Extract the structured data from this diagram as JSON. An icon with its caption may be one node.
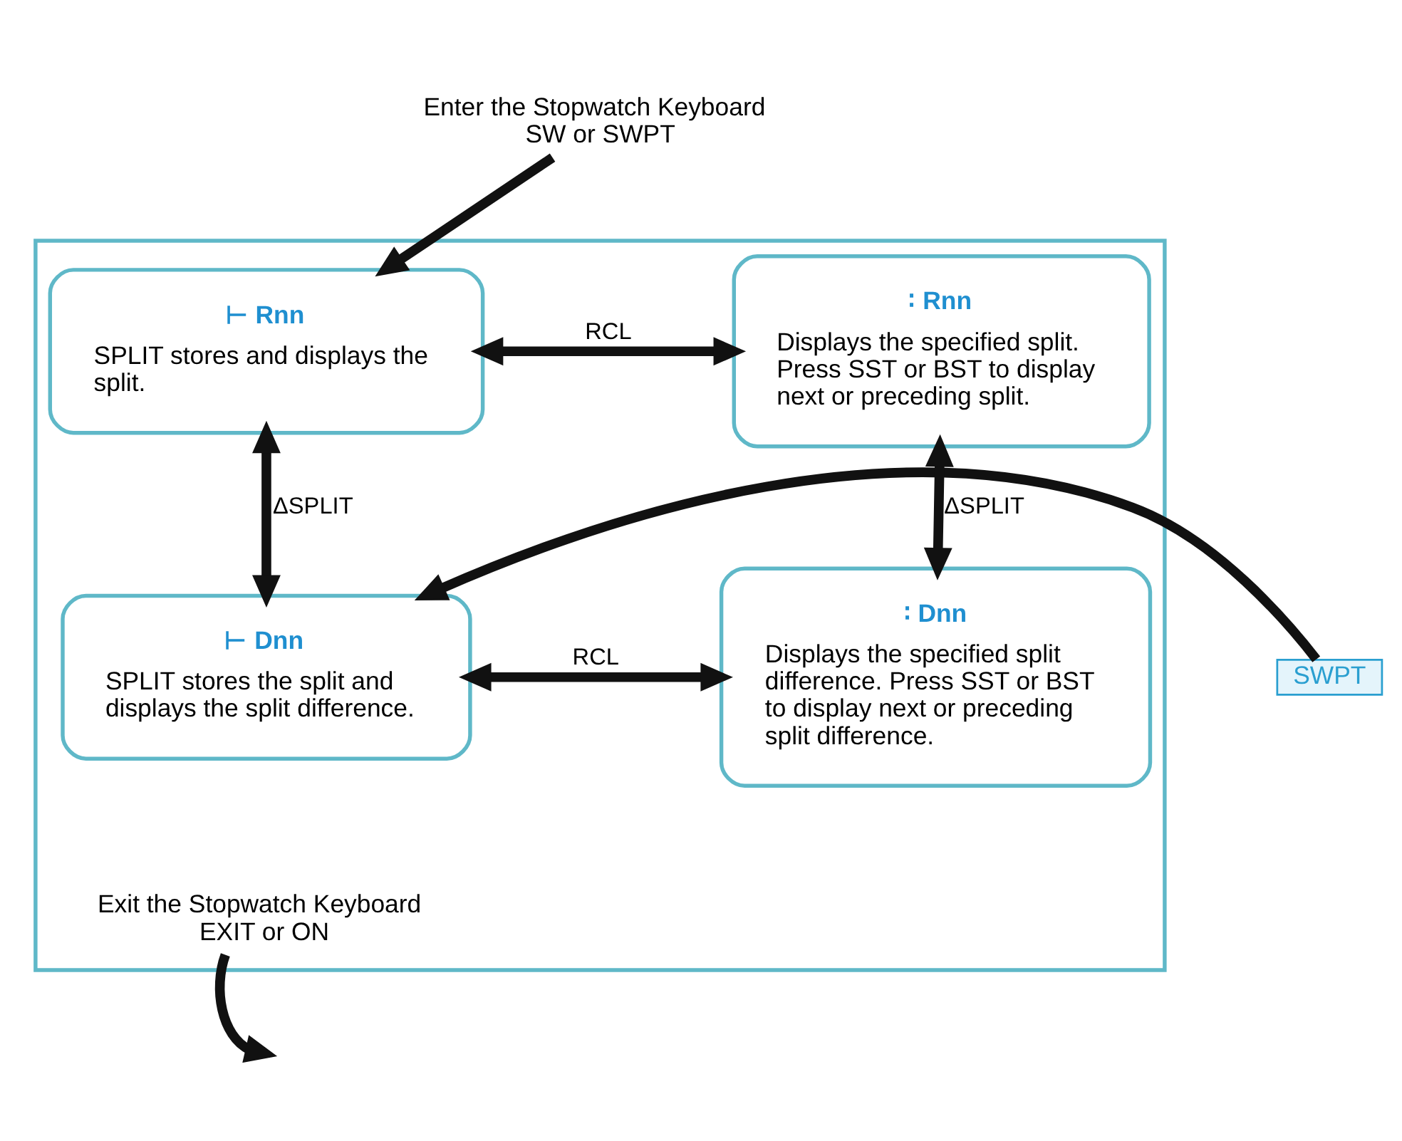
{
  "diagram": {
    "nodes": [
      {
        "text": [
          "Enter the Stopwatch Keyboard",
          "SW or SWPT"
        ]
      },
      {
        "text": [],
        "shape": "box"
      },
      {
        "text": [
          "⊢ Rnn",
          "SPLIT stores and displays the split."
        ],
        "in": 1
      },
      {
        "text": [
          "∶ Rnn",
          "Displays the specified split. Press SST or BST to display next or preceding split."
        ],
        "in": 1
      },
      {
        "text": [
          "⊢ Dnn",
          "SPLIT stores the split and displays the split difference."
        ],
        "in": 1
      },
      {
        "text": [
          "∶ Dnn",
          "Displays the specified split difference. Press SST or BST to display next or preceding split difference."
        ],
        "in": 1
      },
      {
        "text": [
          "SWPT"
        ]
      },
      {
        "text": [
          "Exit the Stopwatch Keyboard",
          "EXIT or ON"
        ],
        "in": 1
      }
    ],
    "edges": [
      {
        "from": 0,
        "to": 2,
        "arrow": "to"
      },
      {
        "from": 2,
        "to": 3,
        "arrow": "both",
        "label": "RCL"
      },
      {
        "from": 2,
        "to": 4,
        "arrow": "both",
        "label": "ΔSPLIT"
      },
      {
        "from": 3,
        "to": 5,
        "arrow": "both",
        "label": "ΔSPLIT"
      },
      {
        "from": 4,
        "to": 5,
        "arrow": "both",
        "label": "RCL"
      },
      {
        "from": 6,
        "to": 4,
        "arrow": "to"
      },
      {
        "from": 7,
        "to": null,
        "arrow": "to"
      }
    ]
  }
}
